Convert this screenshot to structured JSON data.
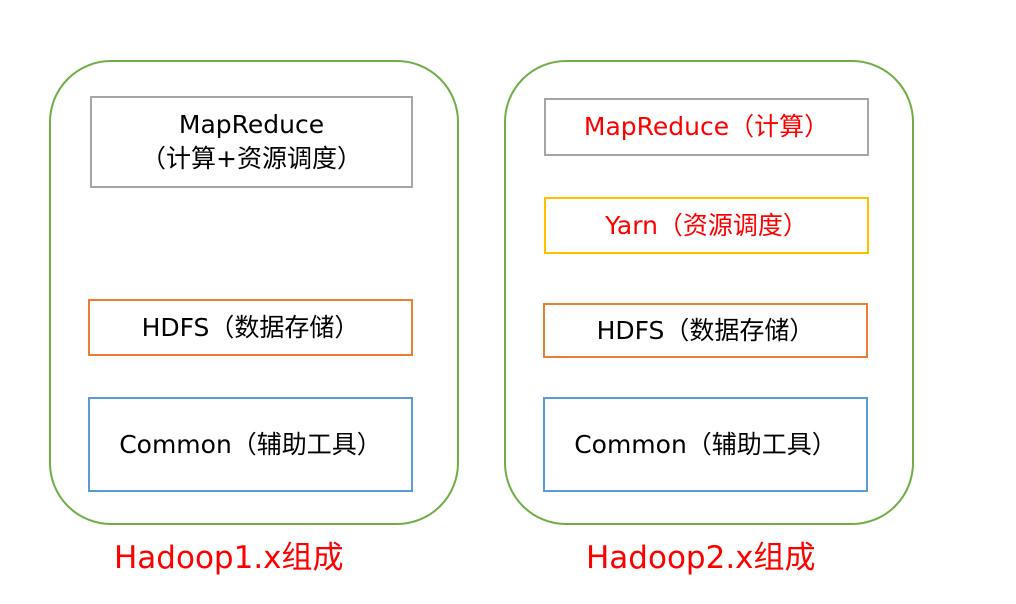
{
  "colors": {
    "group_border": "#70ad47",
    "gray_border": "#a6a6a6",
    "orange_border": "#ed7d31",
    "blue_border": "#5b9bd5",
    "yellow_border": "#ffc000",
    "accent_red": "#ff0000"
  },
  "hadoop1": {
    "mapreduce_line1": "MapReduce",
    "mapreduce_line2": "（计算+资源调度）",
    "hdfs": "HDFS（数据存储）",
    "common": "Common（辅助工具）",
    "caption": "Hadoop1.x组成"
  },
  "hadoop2": {
    "mapreduce": "MapReduce（计算）",
    "yarn": "Yarn（资源调度）",
    "hdfs": "HDFS（数据存储）",
    "common": "Common（辅助工具）",
    "caption": "Hadoop2.x组成"
  }
}
